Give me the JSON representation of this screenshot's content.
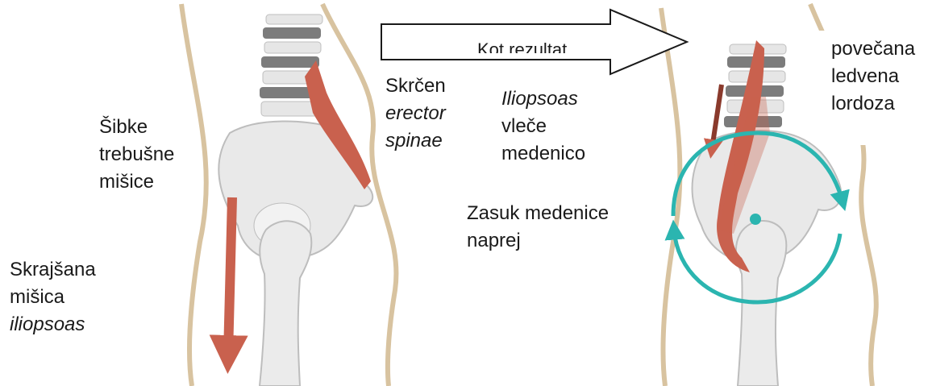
{
  "colors": {
    "muscle": "#c9614e",
    "bone": "#e6e6e6",
    "bone_outline": "#bfbfbf",
    "body_outline": "#d8c3a0",
    "rotation": "#2bb5b0",
    "vertebra_dark": "#7c7c7c"
  },
  "left_labels": {
    "weak_abs": [
      "Šibke",
      "trebušne",
      "mišice"
    ],
    "short_iliopsoas": [
      "Skrajšana",
      "mišica"
    ],
    "short_iliopsoas_italic": "iliopsoas",
    "erector_line1": "Skrčen",
    "erector_italic": [
      "erector",
      "spinae"
    ]
  },
  "arrow": {
    "label": "Kot rezultat"
  },
  "right_labels": {
    "iliopsoas_italic": "Iliopsoas",
    "iliopsoas_rest": [
      "vleče",
      "medenico"
    ],
    "pelvis_rotation": [
      "Zasuk medenice",
      "naprej"
    ],
    "lordosis": [
      "povečana",
      "ledvena",
      "lordoza"
    ]
  }
}
